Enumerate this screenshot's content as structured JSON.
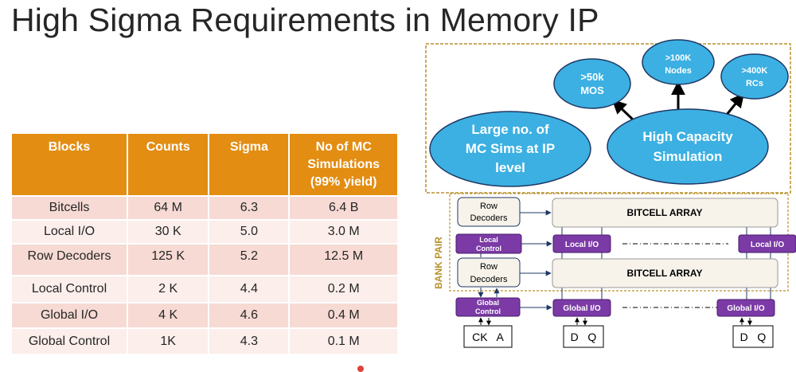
{
  "title": "High Sigma Requirements in Memory IP",
  "table": {
    "headers": [
      "Blocks",
      "Counts",
      "Sigma",
      "No of MC Simulations (99% yield)"
    ],
    "rows": [
      [
        "Bitcells",
        "64 M",
        "6.3",
        "6.4 B"
      ],
      [
        "Local I/O",
        "30 K",
        "5.0",
        "3.0 M"
      ],
      [
        "Row Decoders",
        "125 K",
        "5.2",
        "12.5 M"
      ],
      [
        "Local Control",
        "2 K",
        "4.4",
        "0.2 M"
      ],
      [
        "Global I/O",
        "4 K",
        "4.6",
        "0.4 M"
      ],
      [
        "Global Control",
        "1K",
        "4.3",
        "0.1 M"
      ]
    ]
  },
  "bubbles": {
    "mc_sims": [
      "Large no. of",
      "MC Sims at IP",
      "level"
    ],
    "capacity": [
      "High Capacity",
      "Simulation"
    ],
    "mos": [
      ">50k",
      "MOS"
    ],
    "nodes": [
      ">100K",
      "Nodes"
    ],
    "rcs": [
      ">400K",
      "RCs"
    ]
  },
  "arch": {
    "bank_pair": "BANK PAIR",
    "row_decoders": [
      "Row",
      "Decoders"
    ],
    "bitcell_array": "BITCELL ARRAY",
    "local_control": [
      "Local",
      "Control"
    ],
    "local_io": "Local I/O",
    "global_control": [
      "Global",
      "Control"
    ],
    "global_io": "Global I/O",
    "pins_control": "CK   A",
    "pins_io": "D   Q"
  },
  "colors": {
    "table_header": "#e38d12",
    "row_dark": "#f6dad3",
    "row_light": "#fbeeeb",
    "bubble": "#3cb0e2",
    "purple": "#7b3aa5",
    "frame": "#b8912b",
    "block_fill": "#f7f3ea"
  }
}
